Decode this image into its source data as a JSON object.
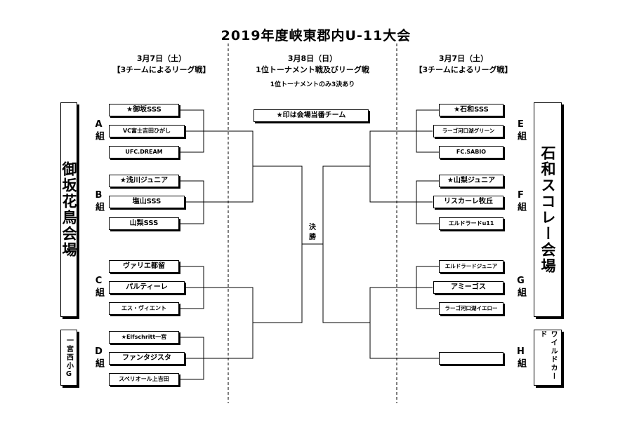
{
  "title": "2019年度峡東郡内U-11大会",
  "left_header": {
    "date": "3月7日（土）",
    "format": "【3チームによるリーグ戦】"
  },
  "center_header": {
    "date": "3月8日（日）",
    "format": "1位トーナメント戦及びリーグ戦",
    "note": "1位トーナメントのみ3決あり"
  },
  "right_header": {
    "date": "3月7日（土）",
    "format": "【3チームによるリーグ戦】"
  },
  "host_note": "★印は会場当番チーム",
  "final_label": "決勝",
  "venues": {
    "left_main": "御坂花鳥会場",
    "left_sub": "一宮西小G",
    "right_main": "石和スコレー会場",
    "right_sub": "ワイルドカード"
  },
  "groups": {
    "A": {
      "label": "A組",
      "teams": [
        "★御坂SSS",
        "VC富士吉田ひがし",
        "UFC.DREAM"
      ]
    },
    "B": {
      "label": "B組",
      "teams": [
        "★浅川ジュニア",
        "塩山SSS",
        "山梨SSS"
      ]
    },
    "C": {
      "label": "C組",
      "teams": [
        "ヴァリエ都留",
        "パルティーレ",
        "エス・ヴィエント"
      ]
    },
    "D": {
      "label": "D組",
      "teams": [
        "★Elfschritt一宮",
        "ファンタジスタ",
        "スペリオール上吉田"
      ]
    },
    "E": {
      "label": "E組",
      "teams": [
        "★石和SSS",
        "ラーゴ河口湖グリーン",
        "FC.SABIO"
      ]
    },
    "F": {
      "label": "F組",
      "teams": [
        "★山梨ジュニア",
        "リスカーレ牧丘",
        "エルドラードu11"
      ]
    },
    "G": {
      "label": "G組",
      "teams": [
        "エルドラードジュニア",
        "アミーゴス",
        "ラーゴ河口湖イエロー"
      ]
    },
    "H": {
      "label": "H組",
      "teams": [
        ""
      ]
    }
  }
}
